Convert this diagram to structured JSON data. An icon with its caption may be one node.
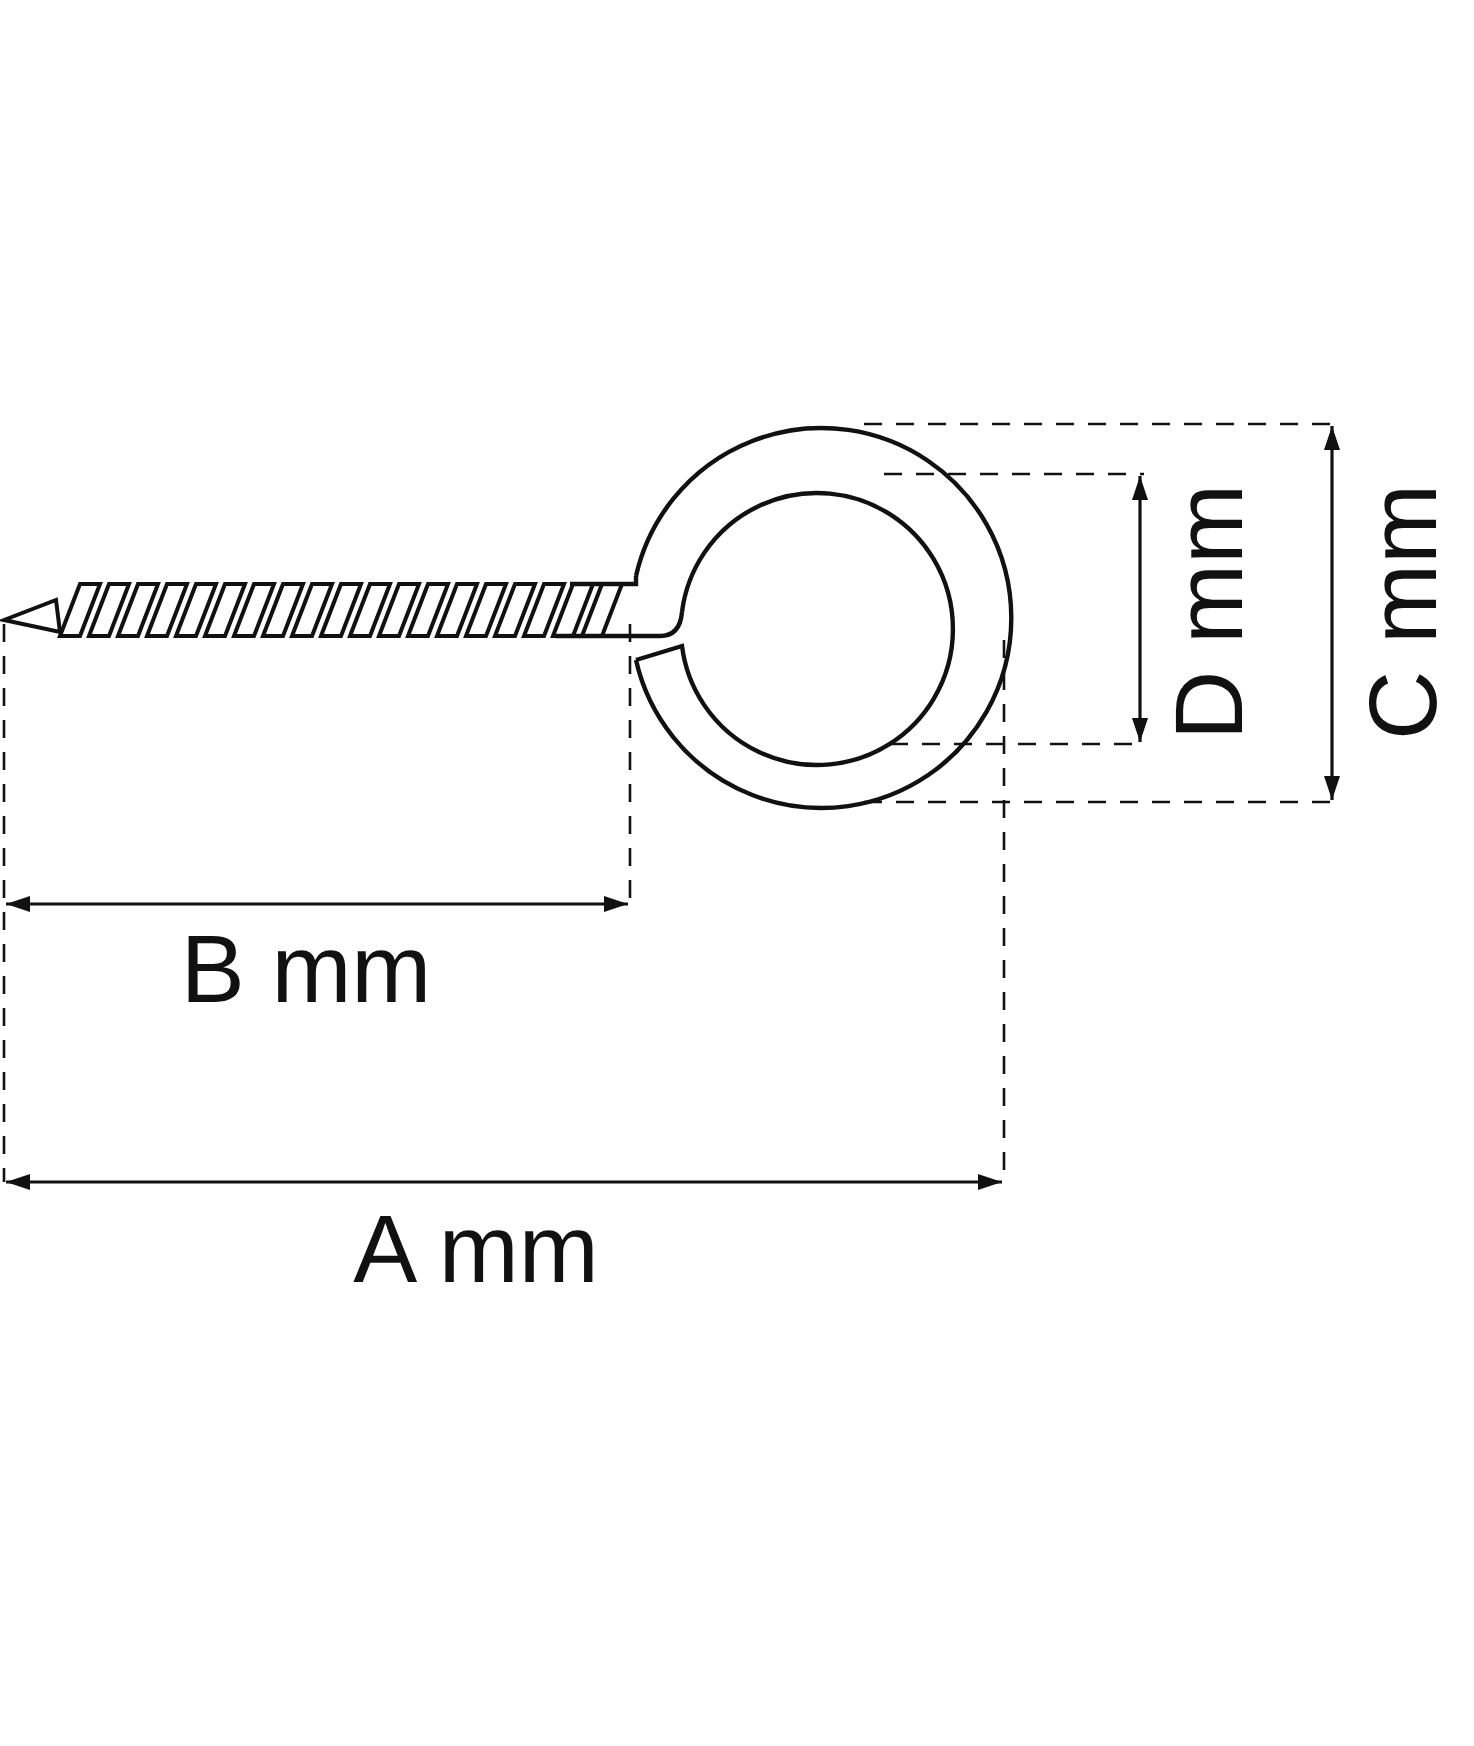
{
  "diagram": {
    "labels": [
      "D mm",
      "C mm",
      "B mm",
      "A mm"
    ]
  }
}
